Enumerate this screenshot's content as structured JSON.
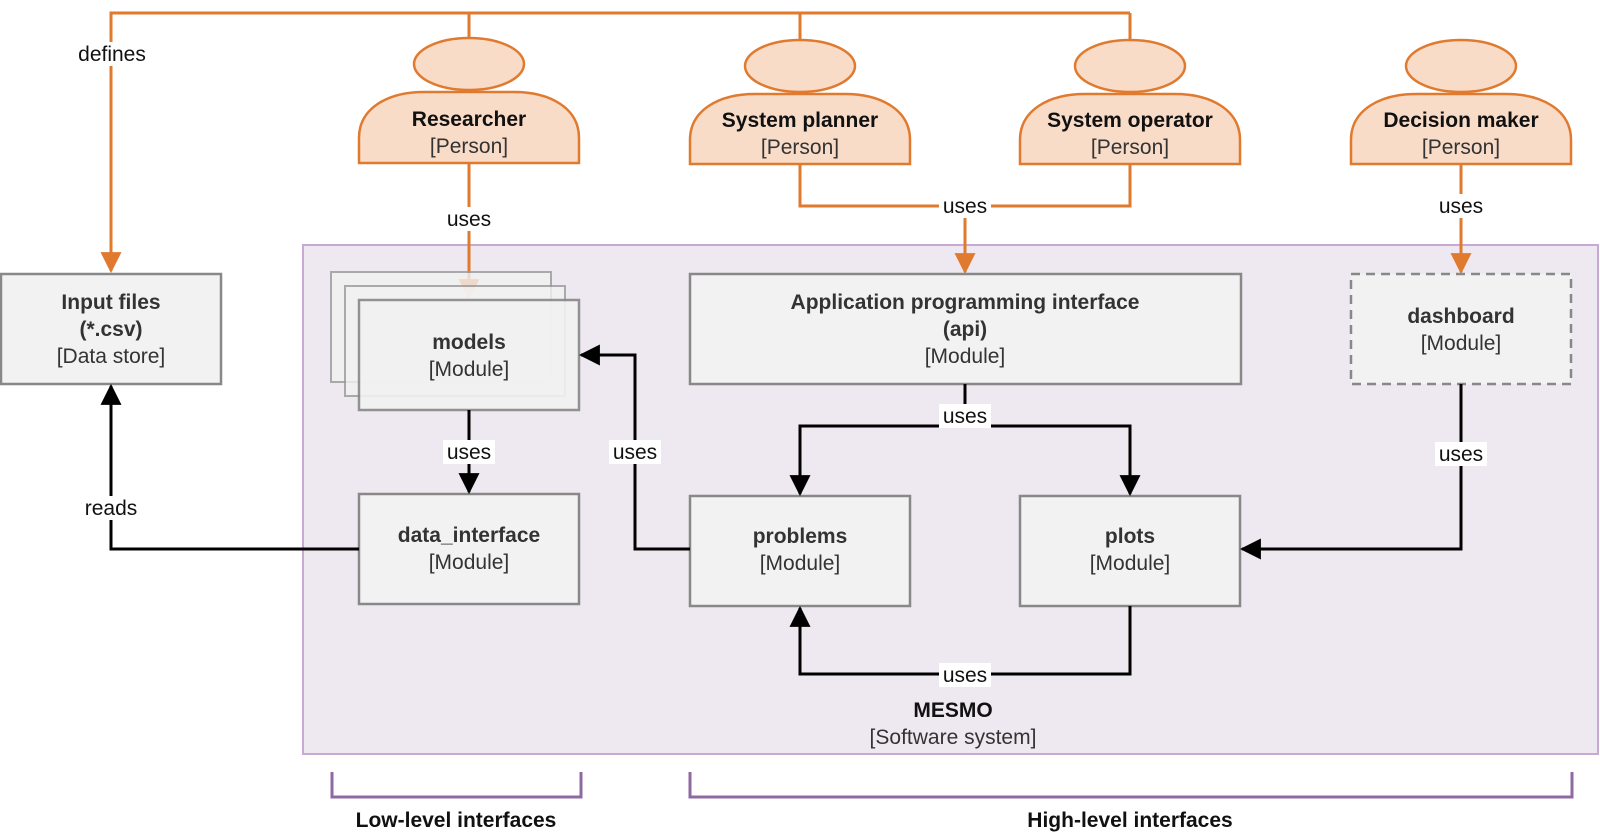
{
  "persons": [
    {
      "id": "researcher",
      "name": "Researcher",
      "type": "[Person]"
    },
    {
      "id": "planner",
      "name": "System planner",
      "type": "[Person]"
    },
    {
      "id": "operator",
      "name": "System operator",
      "type": "[Person]"
    },
    {
      "id": "decision",
      "name": "Decision maker",
      "type": "[Person]"
    }
  ],
  "boxes": {
    "input_files": {
      "line1": "Input files",
      "line2": "(*.csv)",
      "type": "[Data store]"
    },
    "models": {
      "name": "models",
      "type": "[Module]"
    },
    "api": {
      "line1": "Application programming interface",
      "line2": "(api)",
      "type": "[Module]"
    },
    "dashboard": {
      "name": "dashboard",
      "type": "[Module]"
    },
    "data_interface": {
      "name": "data_interface",
      "type": "[Module]"
    },
    "problems": {
      "name": "problems",
      "type": "[Module]"
    },
    "plots": {
      "name": "plots",
      "type": "[Module]"
    }
  },
  "system": {
    "name": "MESMO",
    "type": "[Software system]"
  },
  "edge_labels": {
    "defines": "defines",
    "uses": "uses",
    "reads": "reads"
  },
  "groups": {
    "low": "Low-level interfaces",
    "high": "High-level interfaces"
  },
  "colors": {
    "orange": "#E07A2E",
    "person_fill": "#F9DCC8",
    "system_fill": "#EEE8F0",
    "system_border": "#C8A9D3",
    "box_fill": "#F2F2F2",
    "box_border": "#888888",
    "bracket": "#8E6AA0"
  }
}
